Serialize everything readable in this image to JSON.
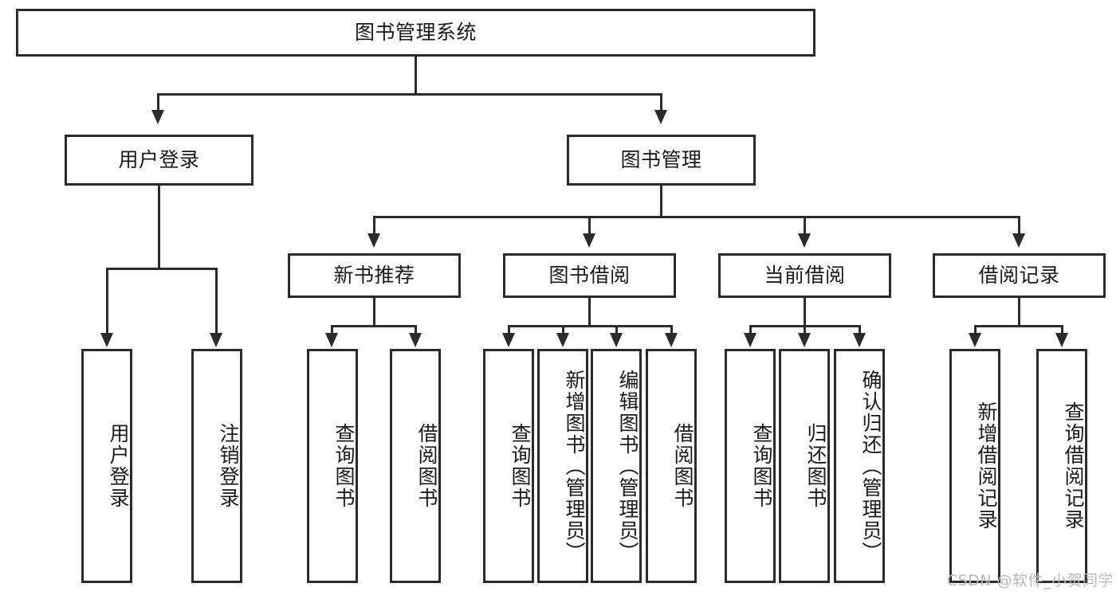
{
  "diagram": {
    "type": "tree",
    "title": "图书管理系统",
    "watermark": "CSDN @软件_小贺同学",
    "colors": {
      "box_border": "#2b2b2b",
      "box_fill": "#ffffff",
      "line": "#2b2b2b",
      "text": "#1a1a1a",
      "watermark": "#b9b9b9",
      "background": "#ffffff"
    },
    "levels": {
      "root": "图书管理系统",
      "level2": [
        "用户登录",
        "图书管理"
      ],
      "level3": [
        "新书推荐",
        "图书借阅",
        "当前借阅",
        "借阅记录"
      ]
    },
    "nodes": {
      "root": {
        "label": "图书管理系统"
      },
      "user_login": {
        "label": "用户登录"
      },
      "book_manage": {
        "label": "图书管理"
      },
      "new_book_rec": {
        "label": "新书推荐"
      },
      "book_borrow": {
        "label": "图书借阅"
      },
      "current_borrow": {
        "label": "当前借阅"
      },
      "borrow_record": {
        "label": "借阅记录"
      }
    },
    "leaves": {
      "user_login": [
        {
          "label": "用户登录"
        },
        {
          "label": "注销登录"
        }
      ],
      "new_book_rec": [
        {
          "label": "查询图书"
        },
        {
          "label": "借阅图书"
        }
      ],
      "book_borrow": [
        {
          "label": "查询图书"
        },
        {
          "label": "新增图书（管理员）"
        },
        {
          "label": "编辑图书（管理员）"
        },
        {
          "label": "借阅图书"
        }
      ],
      "current_borrow": [
        {
          "label": "查询图书"
        },
        {
          "label": "归还图书"
        },
        {
          "label": "确认归还（管理员）"
        }
      ],
      "borrow_record": [
        {
          "label": "新增借阅记录"
        },
        {
          "label": "查询借阅记录"
        }
      ]
    }
  }
}
